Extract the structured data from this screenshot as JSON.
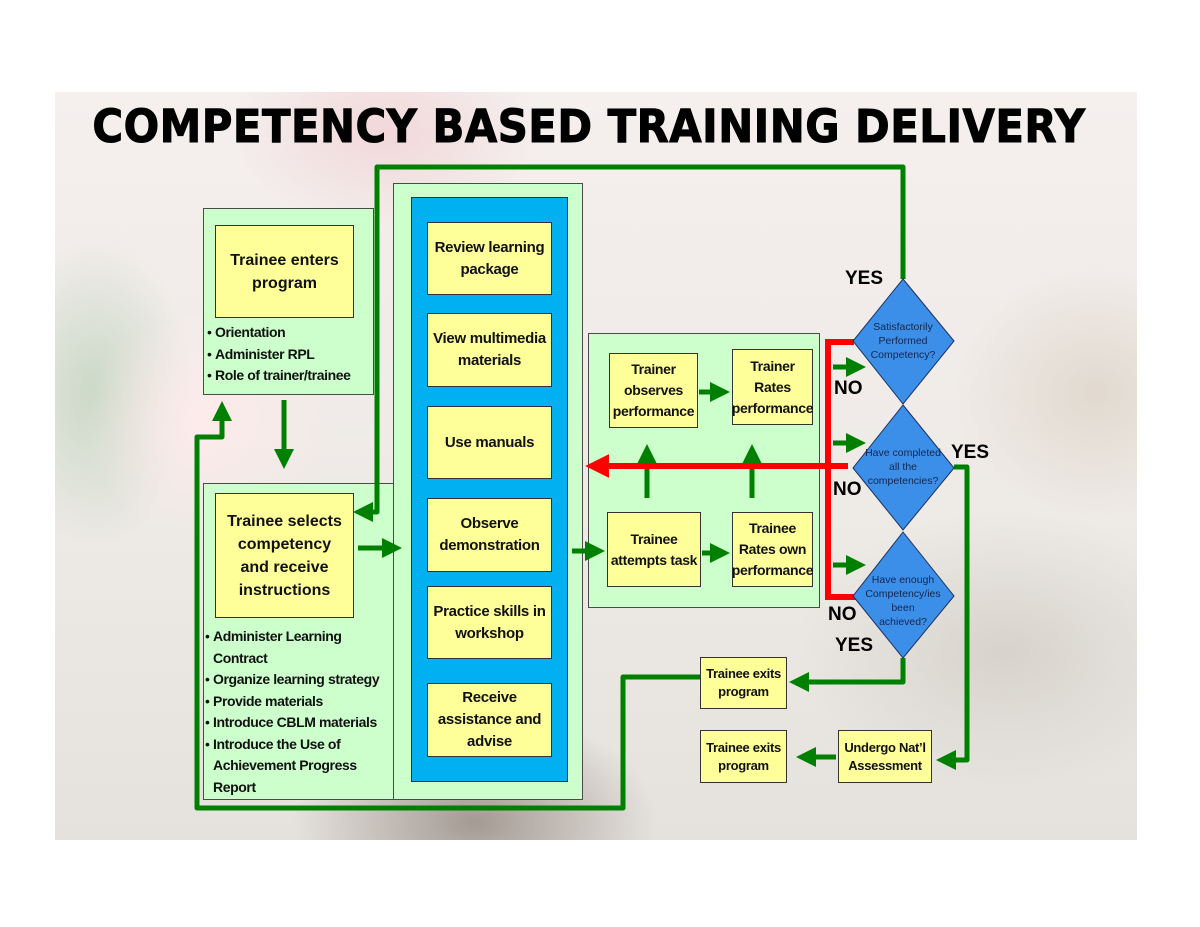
{
  "title": "COMPETENCY BASED TRAINING DELIVERY",
  "entry": {
    "box_lines": [
      "Trainee enters",
      "program"
    ],
    "bullets": [
      "Orientation",
      "Administer RPL",
      "Role of trainer/trainee"
    ]
  },
  "selection": {
    "box_lines": [
      "Trainee selects",
      "competency",
      "and receive",
      "instructions"
    ],
    "bullets": [
      {
        "lines": [
          "Administer Learning",
          "Contract"
        ]
      },
      {
        "lines": [
          "Organize learning strategy"
        ]
      },
      {
        "lines": [
          "Provide materials"
        ]
      },
      {
        "lines": [
          "Introduce CBLM materials"
        ]
      },
      {
        "lines": [
          "Introduce the Use of",
          "Achievement Progress",
          "Report"
        ]
      }
    ]
  },
  "learning_activities": [
    {
      "lines": [
        "Review learning",
        "package"
      ]
    },
    {
      "lines": [
        "View multimedia",
        "materials"
      ]
    },
    {
      "lines": [
        "Use manuals"
      ]
    },
    {
      "lines": [
        "Observe",
        "demonstration"
      ]
    },
    {
      "lines": [
        "Practice skills in",
        "workshop"
      ]
    },
    {
      "lines": [
        "Receive",
        "assistance and",
        "advise"
      ]
    }
  ],
  "assessment": {
    "trainer_observes": [
      "Trainer",
      "observes",
      "performance"
    ],
    "trainer_rates": [
      "Trainer",
      "Rates",
      "performance"
    ],
    "trainee_attempts": [
      "Trainee",
      "attempts task"
    ],
    "trainee_rates_own": [
      "Trainee",
      "Rates own",
      "performance"
    ]
  },
  "decisions": [
    {
      "lines": [
        "Satisfactorily",
        "Performed",
        "Competency?"
      ],
      "yes_label": "YES",
      "no_label": "NO"
    },
    {
      "lines": [
        "Have completed",
        "all the",
        "competencies?"
      ],
      "yes_label": "YES",
      "no_label": "NO"
    },
    {
      "lines": [
        "Have enough",
        "Competency/ies",
        "been",
        "achieved?"
      ],
      "yes_label": "YES",
      "no_label": "NO"
    }
  ],
  "exits": {
    "exit_after_enough": [
      "Trainee exits",
      "program"
    ],
    "national_assessment": [
      "Undergo Nat’l",
      "Assessment"
    ],
    "exit_after_assessment": [
      "Trainee exits",
      "program"
    ]
  },
  "colors": {
    "panel_green": "#ccffcc",
    "box_yellow": "#ffff99",
    "panel_blue": "#00b0f0",
    "diamond_blue": "#3b8fe8",
    "flow_green": "#008000",
    "flow_red": "#ff0000"
  }
}
